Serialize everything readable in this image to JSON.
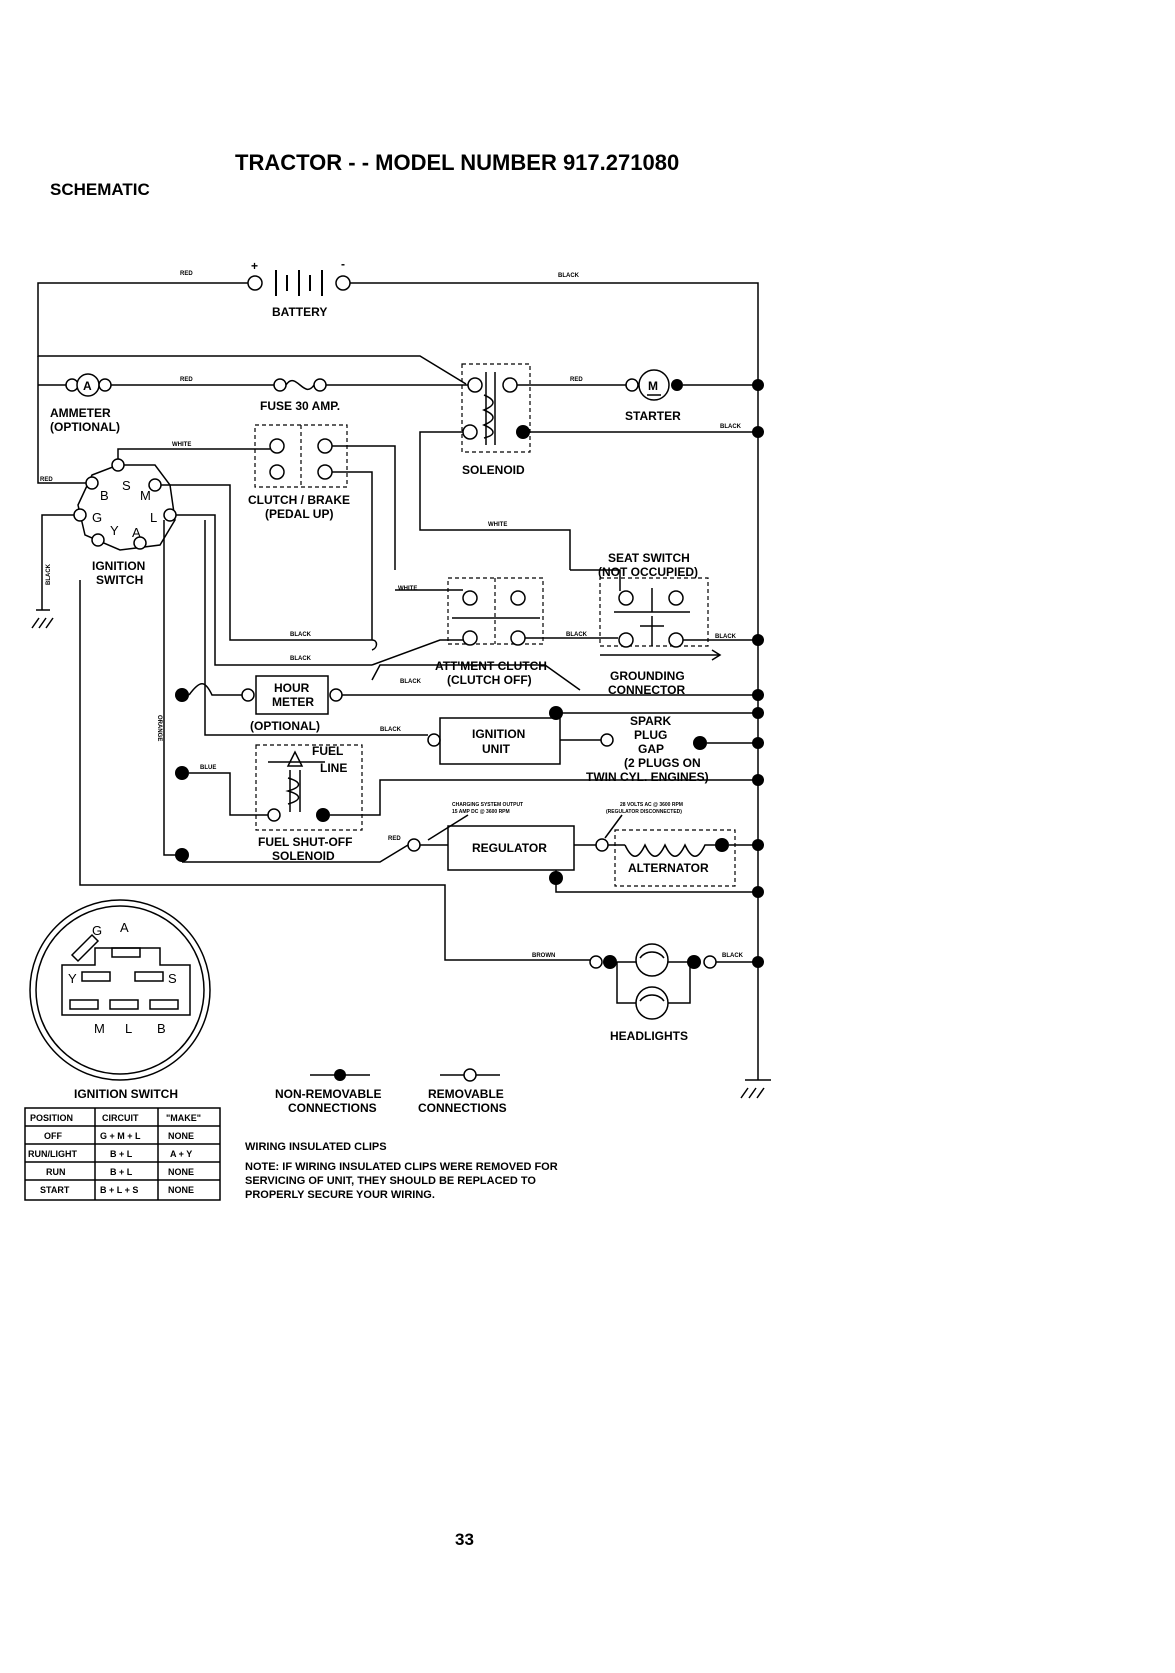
{
  "page": {
    "title": "TRACTOR - - MODEL NUMBER 917.271080",
    "section": "SCHEMATIC",
    "page_number": "33"
  },
  "components": {
    "battery": "BATTERY",
    "battery_pos": "+",
    "battery_neg": "-",
    "ammeter": "AMMETER",
    "ammeter_optional": "(OPTIONAL)",
    "ammeter_letter": "A",
    "fuse": "FUSE 30 AMP.",
    "clutch_brake": "CLUTCH / BRAKE",
    "clutch_brake_sub": "(PEDAL UP)",
    "solenoid": "SOLENOID",
    "starter": "STARTER",
    "starter_letter": "M",
    "ignition_switch": "IGNITION",
    "ignition_switch_2": "SWITCH",
    "seat_switch": "SEAT SWITCH",
    "seat_switch_sub": "(NOT OCCUPIED)",
    "attment_clutch": "ATT'MENT CLUTCH",
    "attment_clutch_sub": "(CLUTCH OFF)",
    "grounding": "GROUNDING",
    "grounding_2": "CONNECTOR",
    "hour_meter": "HOUR",
    "hour_meter_2": "METER",
    "hour_meter_opt": "(OPTIONAL)",
    "ignition_unit": "IGNITION",
    "ignition_unit_2": "UNIT",
    "spark_plug": "SPARK",
    "spark_plug_2": "PLUG",
    "spark_plug_3": "GAP",
    "spark_plug_4": "(2 PLUGS ON",
    "spark_plug_5": "TWIN CYL. ENGINES)",
    "fuel_line": "FUEL",
    "fuel_line_2": "LINE",
    "fuel_solenoid": "FUEL SHUT-OFF",
    "fuel_solenoid_2": "SOLENOID",
    "regulator": "REGULATOR",
    "alternator": "ALTERNATOR",
    "charging_output": "CHARGING SYSTEM OUTPUT",
    "charging_output_2": "15 AMP DC @ 3600 RPM",
    "alt_output": "28 VOLTS AC @ 3600 RPM",
    "alt_output_2": "(REGULATOR DISCONNECTED)",
    "headlights": "HEADLIGHTS"
  },
  "wires": {
    "red": "RED",
    "black": "BLACK",
    "white": "WHITE",
    "orange": "ORANGE",
    "blue": "BLUE",
    "brown": "BROWN"
  },
  "switch_terminals": {
    "b": "B",
    "s": "S",
    "m": "M",
    "g": "G",
    "l": "L",
    "y": "Y",
    "a": "A"
  },
  "connector_pins": {
    "g": "G",
    "a": "A",
    "y": "Y",
    "s": "S",
    "m": "M",
    "l": "L",
    "b": "B"
  },
  "legend": {
    "non_removable": "NON-REMOVABLE",
    "non_removable_2": "CONNECTIONS",
    "removable": "REMOVABLE",
    "removable_2": "CONNECTIONS"
  },
  "switch_table": {
    "title": "IGNITION SWITCH",
    "headers": [
      "POSITION",
      "CIRCUIT",
      "\"MAKE\""
    ],
    "rows": [
      [
        "OFF",
        "G + M + L",
        "NONE"
      ],
      [
        "RUN/LIGHT",
        "B + L",
        "A + Y"
      ],
      [
        "RUN",
        "B + L",
        "NONE"
      ],
      [
        "START",
        "B + L + S",
        "NONE"
      ]
    ]
  },
  "notes": {
    "heading": "WIRING INSULATED CLIPS",
    "line1": "NOTE: IF WIRING INSULATED CLIPS WERE REMOVED FOR",
    "line2": "SERVICING OF UNIT, THEY SHOULD BE REPLACED TO",
    "line3": "PROPERLY SECURE YOUR WIRING."
  }
}
